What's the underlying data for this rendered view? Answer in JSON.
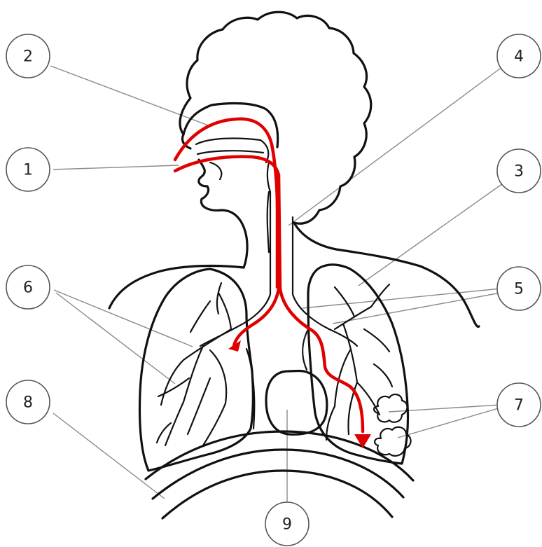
{
  "diagram": {
    "labels": [
      {
        "id": "label-1",
        "text": "1"
      },
      {
        "id": "label-2",
        "text": "2"
      },
      {
        "id": "label-3",
        "text": "3"
      },
      {
        "id": "label-4",
        "text": "4"
      },
      {
        "id": "label-5",
        "text": "5"
      },
      {
        "id": "label-6",
        "text": "6"
      },
      {
        "id": "label-7",
        "text": "7"
      },
      {
        "id": "label-8",
        "text": "8"
      },
      {
        "id": "label-9",
        "text": "9"
      }
    ],
    "colors": {
      "airflow": "#e00000",
      "outline": "#111111",
      "leader": "#8a8a8a",
      "badge_border": "#555555"
    }
  }
}
